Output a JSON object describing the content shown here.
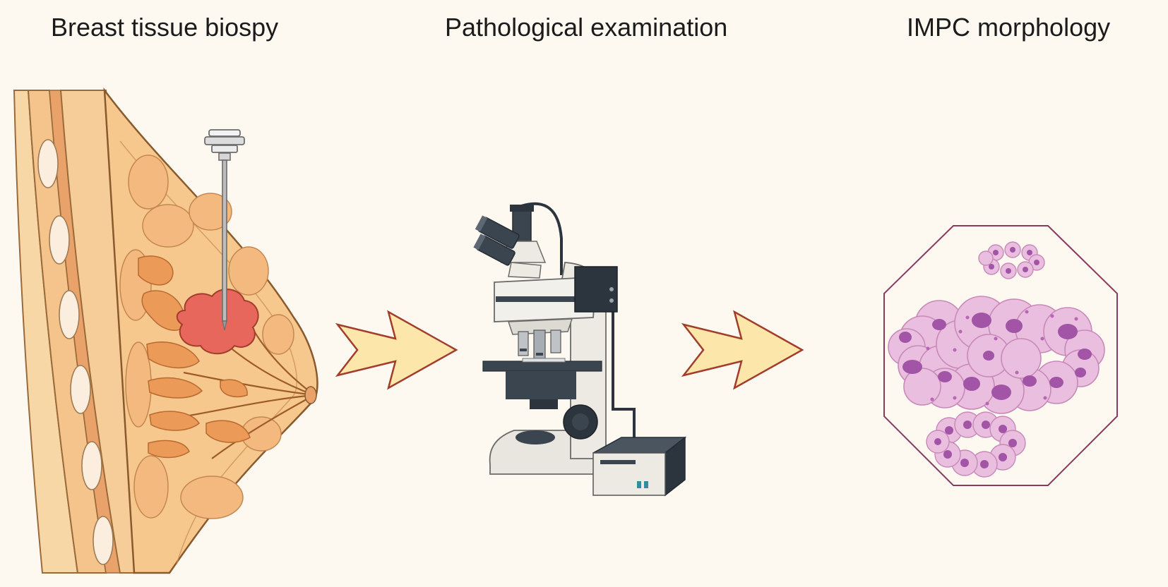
{
  "steps": [
    {
      "title": "Breast tissue biospy",
      "icon": "breast-biopsy-icon"
    },
    {
      "title": "Pathological examination",
      "icon": "microscope-icon"
    },
    {
      "title": "IMPC morphology",
      "icon": "cell-cluster-icon"
    }
  ],
  "flow": {
    "arrow_icon": "arrow-right-icon",
    "count": 2
  },
  "colors": {
    "background": "#fdf9f0",
    "breast_tissue": "#f6c88e",
    "gland_lobule": "#eb9b57",
    "tumor": "#e8675c",
    "arrow_fill": "#fde6aa",
    "arrow_stroke": "#a23d2c",
    "microscope_body": "#eceae2",
    "microscope_dark": "#3b4550",
    "cell_cytoplasm": "#e9bede",
    "cell_nucleus": "#a254a6",
    "frame_stroke": "#8a3a5e"
  }
}
